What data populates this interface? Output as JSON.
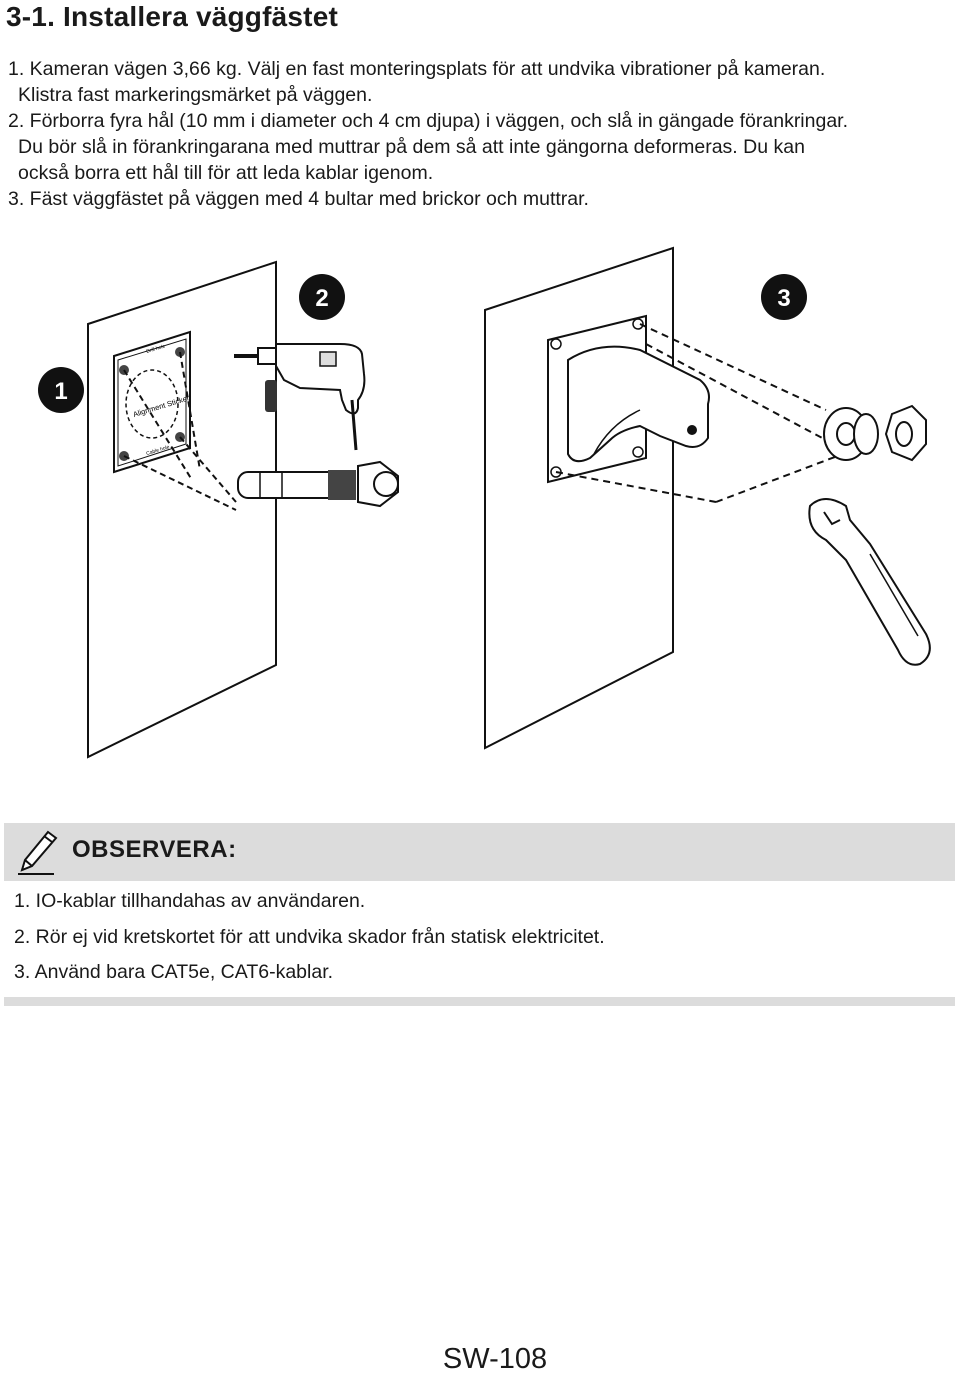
{
  "title": "3-1. Installera väggfästet",
  "steps": [
    "1. Kameran vägen 3,66 kg. Välj en fast monteringsplats för att undvika vibrationer på kameran.",
    "Klistra fast markeringsmärket på väggen.",
    "2. Förborra fyra hål (10 mm i diameter och 4 cm djupa) i väggen, och slå in gängade förankringar.",
    "Du bör slå in förankringarana med muttrar på dem så att inte gängorna deformeras. Du kan",
    "också borra ett hål till för att leda kablar igenom.",
    "3. Fäst väggfästet på väggen med 4 bultar med brickor och muttrar."
  ],
  "figure": {
    "badges": [
      "1",
      "2",
      "3"
    ],
    "sticker_label": "Alignment Sticker",
    "sticker_hole_label": "Drill hole",
    "sticker_cable_label": "Cable hole"
  },
  "note": {
    "title": "OBSERVERA:",
    "items": [
      "1. IO-kablar tillhandahas av användaren.",
      "2. Rör ej vid kretskortet för att undvika skador från statisk elektricitet.",
      "3. Använd bara CAT5e, CAT6-kablar."
    ]
  },
  "footer": "SW-108"
}
